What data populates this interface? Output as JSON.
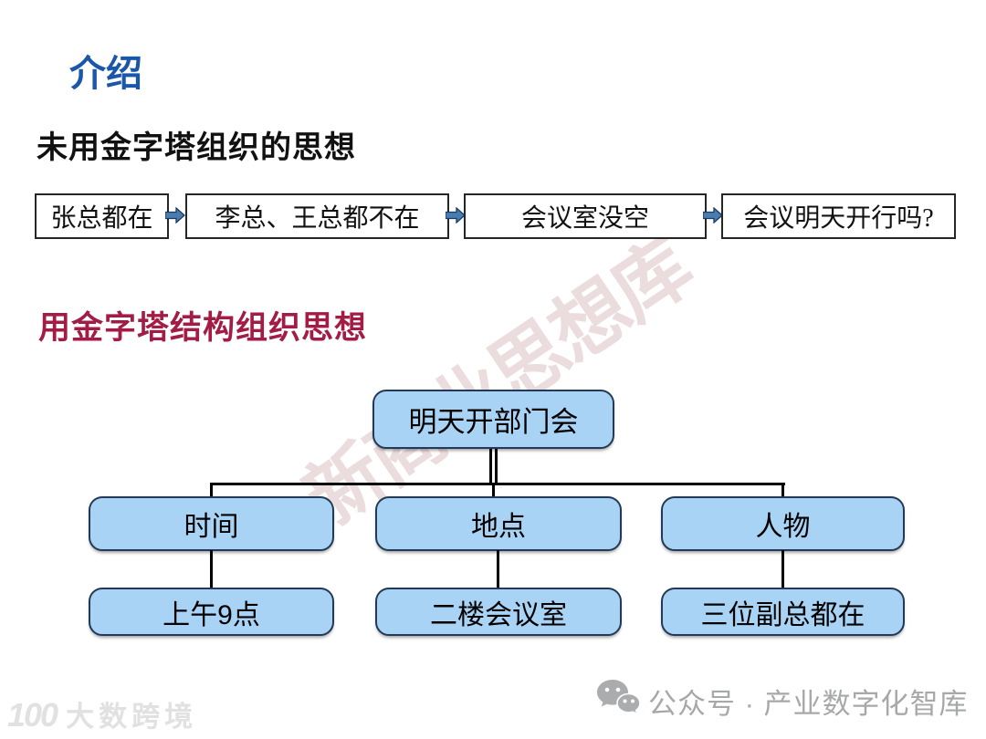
{
  "page": {
    "section_title": "介绍",
    "heading_no_pyramid": "未用金字塔组织的思想",
    "heading_pyramid": "用金字塔结构组织思想",
    "watermark": "新商业思想库"
  },
  "flow": {
    "items": [
      "张总都在",
      "李总、王总都不在",
      "会议室没空",
      "会议明天开行吗?"
    ]
  },
  "pyramid": {
    "root": "明天开部门会",
    "branches": [
      {
        "label": "时间",
        "detail": "上午9点"
      },
      {
        "label": "地点",
        "detail": "二楼会议室"
      },
      {
        "label": "人物",
        "detail": "三位副总都在"
      }
    ]
  },
  "footer": {
    "logo_mark": "100",
    "logo_text": "大数跨境",
    "account_label": "公众号 · 产业数字化智库"
  },
  "colors": {
    "accent_blue": "#1A57A8",
    "heading_red": "#A31C45",
    "node_fill": "#A9D3F5",
    "node_border": "#223A55",
    "arrow_fill": "#4A7CB0",
    "arrow_border": "#1B3B61",
    "watermark": "#EBDCDE",
    "footer_text": "#A7A8AA",
    "logo_text": "#E1E1E1"
  }
}
